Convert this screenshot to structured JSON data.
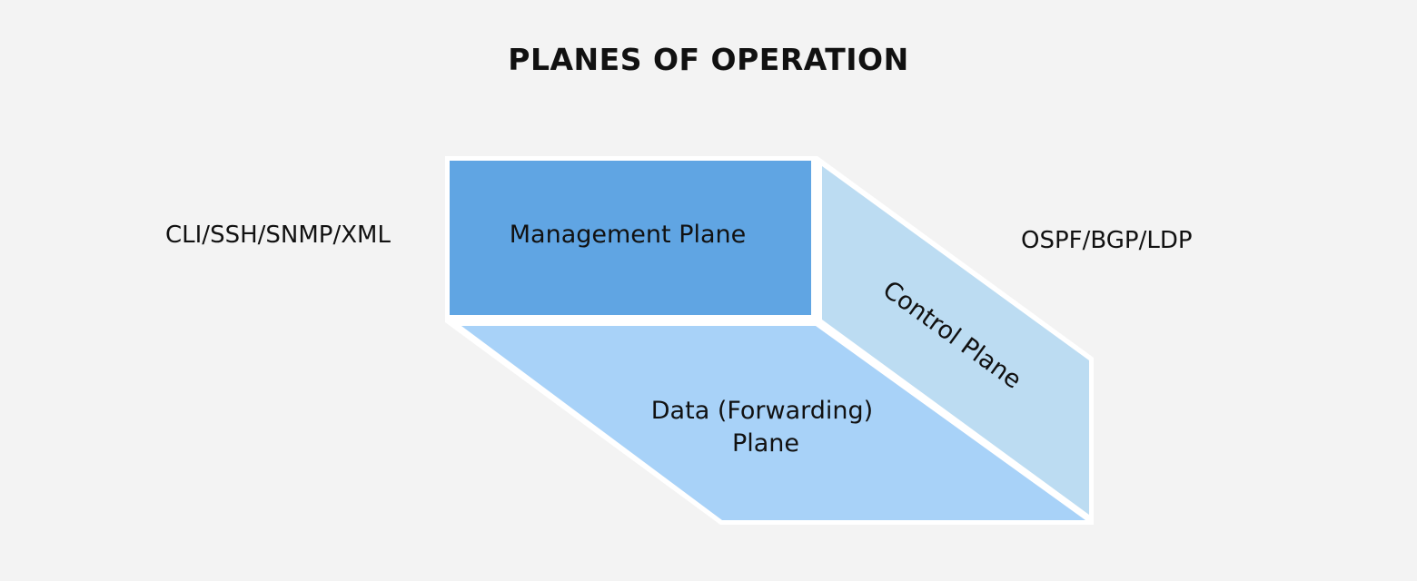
{
  "title": "PLANES OF OPERATION",
  "left_label": "CLI/SSH/SNMP/XML",
  "right_label": "OSPF/BGP/LDP",
  "planes": {
    "management": {
      "label": "Management Plane",
      "color": "#60a5e3"
    },
    "control": {
      "label": "Control Plane",
      "color": "#bcdcf2"
    },
    "data": {
      "line1": "Data (Forwarding)",
      "line2": "Plane",
      "color": "#a8d2f8"
    }
  }
}
